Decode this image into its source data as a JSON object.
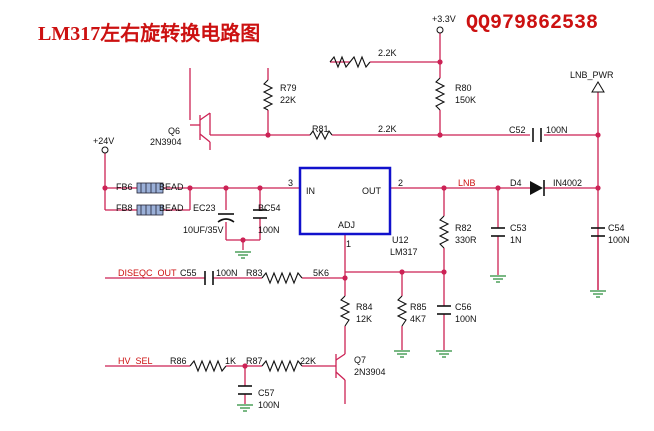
{
  "title": "LM317左右旋转换电路图",
  "contact": "QQ979862538",
  "colors": {
    "wire": "#cc2255",
    "node": "#cc2255",
    "ink": "#111111",
    "accent": "#cc1111",
    "ic": "#1111cc",
    "ground": "#228833"
  },
  "rails": {
    "v33": "+3.3V",
    "v24": "+24V",
    "lnb_pwr": "LNB_PWR"
  },
  "nets": {
    "lnb": "LNB",
    "diseqc": "DISEQC_OUT",
    "hv_sel": "HV_SEL"
  },
  "ic": {
    "ref": "U12",
    "part": "LM317",
    "pin_in": "IN",
    "pin_out": "OUT",
    "pin_adj": "ADJ",
    "pin3": "3",
    "pin2": "2",
    "pin1": "1"
  },
  "components": {
    "q6": {
      "ref": "Q6",
      "part": "2N3904"
    },
    "q7": {
      "ref": "Q7",
      "part": "2N3904"
    },
    "r79": {
      "ref": "R79",
      "value": "22K"
    },
    "r80": {
      "ref": "R80",
      "value": "150K"
    },
    "r81": {
      "ref": "R81",
      "value": "2.2K"
    },
    "r_top": {
      "value": "2.2K"
    },
    "r82": {
      "ref": "R82",
      "value": "330R"
    },
    "r83": {
      "ref": "R83",
      "value": "5K6"
    },
    "r84": {
      "ref": "R84",
      "value": "12K"
    },
    "r85": {
      "ref": "R85",
      "value": "4K7"
    },
    "r86": {
      "ref": "R86",
      "value": "1K"
    },
    "r87": {
      "ref": "R87",
      "value": "22K"
    },
    "c52": {
      "ref": "C52",
      "value": "100N"
    },
    "c53": {
      "ref": "C53",
      "value": "1N"
    },
    "c54": {
      "ref": "C54",
      "value": "100N"
    },
    "c55": {
      "ref": "C55",
      "value": "100N"
    },
    "c56": {
      "ref": "C56",
      "value": "100N"
    },
    "c57": {
      "ref": "C57",
      "value": "100N"
    },
    "ec23": {
      "ref": "EC23",
      "value": "10UF/35V"
    },
    "bc54": {
      "ref": "BC54",
      "value": "100N"
    },
    "fb6": {
      "ref": "FB6",
      "value": "BEAD"
    },
    "fb8": {
      "ref": "FB8",
      "value": "BEAD"
    },
    "d4": {
      "ref": "D4",
      "part": "IN4002"
    }
  }
}
